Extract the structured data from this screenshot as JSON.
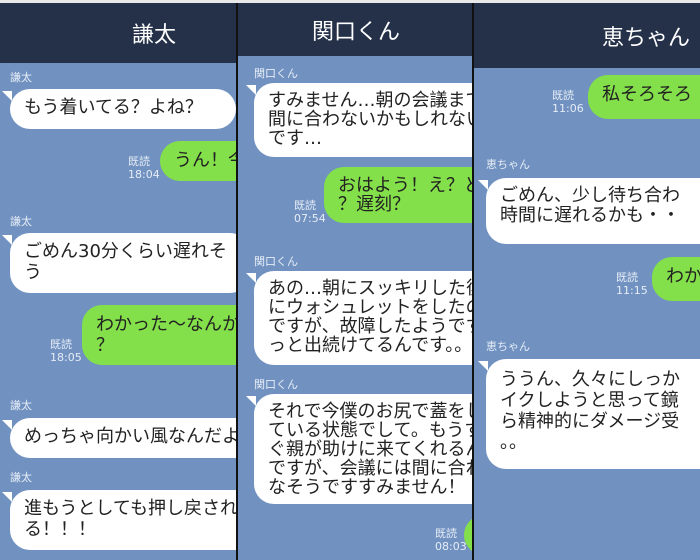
{
  "panels": [
    {
      "title": "謙太",
      "messages": [
        {
          "sender": "謙太",
          "text": "もう着いてる？よね？"
        },
        {
          "text": "うん！今",
          "read": "既読",
          "time": "18:04"
        },
        {
          "sender": "謙太",
          "text": "ごめん30分くらい遅れそ\nう"
        },
        {
          "text": "わかった〜なんか\n？",
          "read": "既読",
          "time": "18:05"
        },
        {
          "sender": "謙太",
          "text": "めっちゃ向かい風なんだよ"
        },
        {
          "sender": "謙太",
          "text": "進もうとしても押し戻され\nる！！！"
        }
      ]
    },
    {
      "title": "関口くん",
      "messages": [
        {
          "sender": "関口くん",
          "text": "すみません…朝の会議まで\n間に合わないかもしれない\nです…"
        },
        {
          "text": "おはよう！え？ど\n？遅刻？",
          "read": "既読",
          "time": "07:54"
        },
        {
          "sender": "関口くん",
          "text": "あの…朝にスッキリした後\nにウォシュレットをしたの\nですが、故障したようです\nっと出続けてるんです。。"
        },
        {
          "sender": "関口くん",
          "text": "それで今僕のお尻で蓋をし\nている状態でして。もうす\nぐ親が助けに来てくれるん\nですが、会議には間に合わ\nなそうですすみません！"
        },
        {
          "text": "",
          "read": "既読",
          "time": "08:03"
        }
      ]
    },
    {
      "title": "恵ちゃん",
      "messages": [
        {
          "text": "私そろそろ",
          "read": "既読",
          "time": "11:06"
        },
        {
          "sender": "恵ちゃん",
          "text": "ごめん、少し待ち合わ\n時間に遅れるかも・・"
        },
        {
          "text": "わか",
          "read": "既読",
          "time": "11:15"
        },
        {
          "sender": "恵ちゃん",
          "text": "ううん、久々にしっか\nイクしようと思って鏡\nら精神的にダメージ受\n。。"
        }
      ]
    }
  ],
  "colors": {
    "header": "#243149",
    "background": "#7192c1",
    "sent_bubble": "#84e04a",
    "received_bubble": "#ffffff"
  }
}
